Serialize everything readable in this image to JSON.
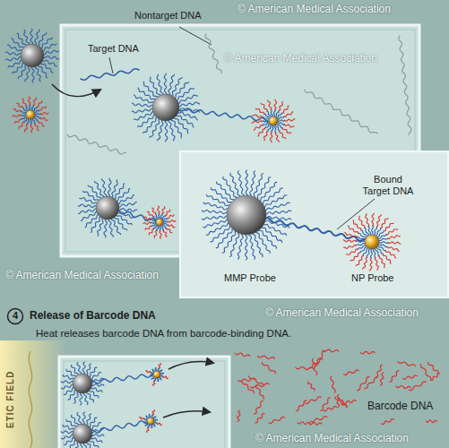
{
  "diagram": {
    "nodes": [
      {
        "text": [
          "Bound Target DNA",
          "MMP Probe",
          "NP Probe"
        ]
      },
      {
        "text": [
          "4"
        ]
      }
    ],
    "labels": [
      "Nontarget DNA",
      "Target DNA",
      "Release of Barcode DNA",
      "Heat releases barcode DNA from barcode-binding DNA.",
      "Barcode DNA",
      "ETIC FIELD",
      "© American Medical Association",
      "© American Medical Association",
      "© American Medical Association",
      "© American Medical Association",
      "© American Medical Association"
    ]
  }
}
